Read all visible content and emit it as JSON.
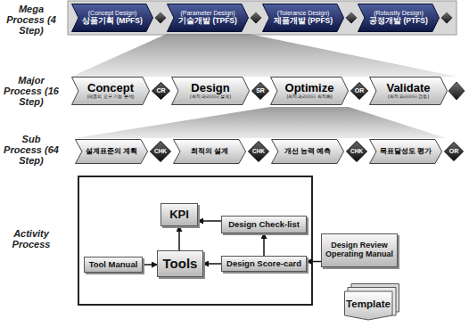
{
  "diagram": {
    "nodes": [
      {
        "text": [
          "(Concept Design)",
          "상품기획 (MPFS)"
        ]
      },
      {
        "text": [
          "(Parameter Design)",
          "기술개발 (TPFS)"
        ]
      },
      {
        "text": [
          "(Tolerance Design)",
          "제품개발 (PPFS)"
        ]
      },
      {
        "text": [
          "(Robustly Design)",
          "공정개발 (PTFS)"
        ]
      },
      {
        "text": [
          "Concept",
          "(제품의 요구 기능 분석)"
        ]
      },
      {
        "text": [
          "CR"
        ]
      },
      {
        "text": [
          "Design",
          "(최적 파라미터 설계)"
        ]
      },
      {
        "text": [
          "SR"
        ]
      },
      {
        "text": [
          "Optimize",
          "(최적 파라미터 최적화)"
        ]
      },
      {
        "text": [
          "OR"
        ]
      },
      {
        "text": [
          "Validate",
          "(최적 파라미터 검증)"
        ]
      },
      {
        "text": [
          "설계표준의 계획"
        ]
      },
      {
        "text": [
          "CHK"
        ]
      },
      {
        "text": [
          "최적의 설계"
        ]
      },
      {
        "text": [
          "CHK"
        ]
      },
      {
        "text": [
          "개선 능력 예측"
        ]
      },
      {
        "text": [
          "CHK"
        ]
      },
      {
        "text": [
          "목표달성도 평가"
        ]
      },
      {
        "text": [
          "OR"
        ]
      },
      {
        "text": [
          "KPI"
        ]
      },
      {
        "text": [
          "Design Check-list"
        ]
      },
      {
        "text": [
          "Tool Manual"
        ]
      },
      {
        "text": [
          "Tools"
        ]
      },
      {
        "text": [
          "Design Score-card"
        ]
      },
      {
        "text": [
          "Design Review Operating Manual"
        ]
      },
      {
        "text": [
          "Template"
        ]
      }
    ],
    "edges": [
      {
        "from": 21,
        "to": 22,
        "arrow": "to"
      },
      {
        "from": 22,
        "to": 19,
        "arrow": "to"
      },
      {
        "from": 20,
        "to": 19,
        "arrow": "to"
      },
      {
        "from": 23,
        "to": 22,
        "arrow": "to"
      },
      {
        "from": 23,
        "to": 20,
        "arrow": "to"
      },
      {
        "from": 24,
        "to": 23,
        "arrow": "to"
      }
    ],
    "labels": [
      "Mega Process (4 Step)",
      "Major Process (16 Step)",
      "Sub Process (64 Step)",
      "Activity Process"
    ]
  }
}
